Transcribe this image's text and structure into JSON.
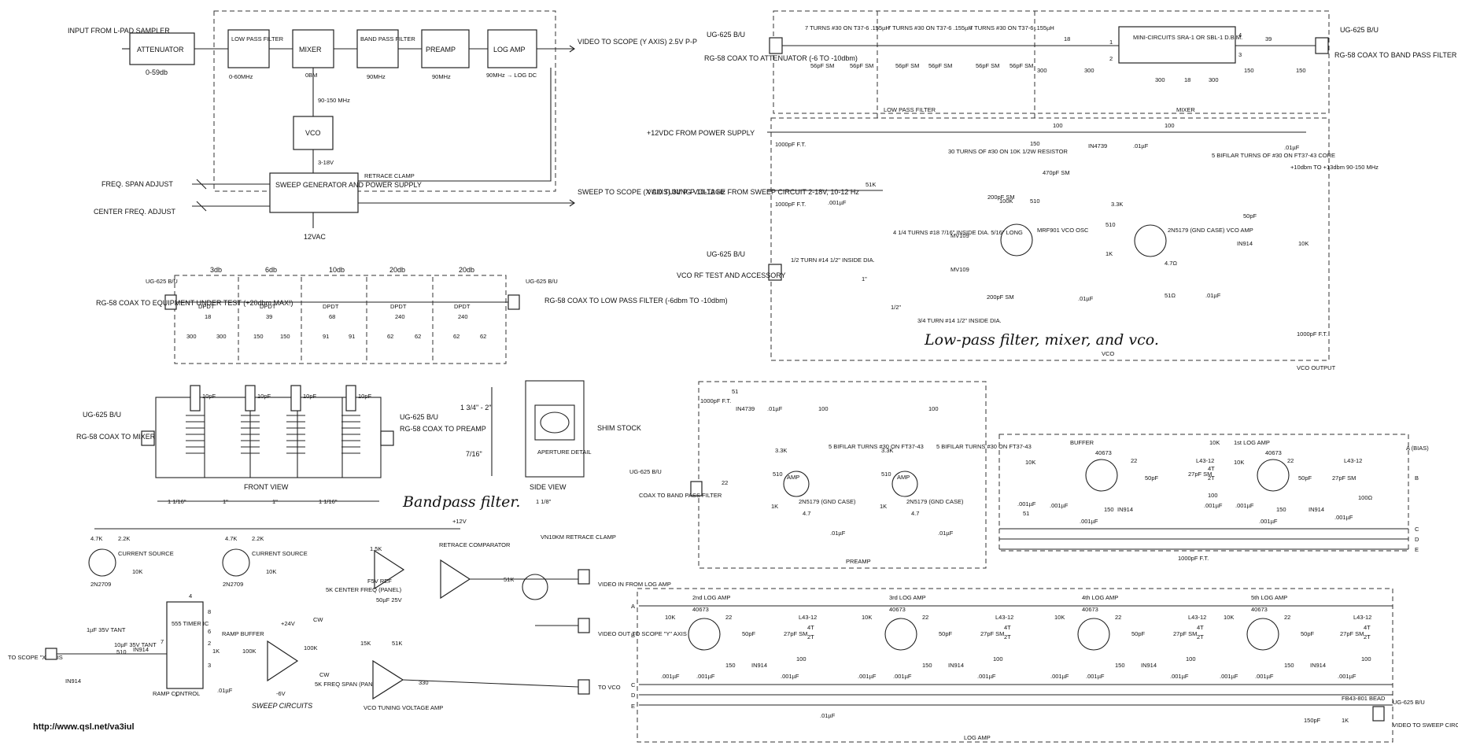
{
  "block": {
    "input": "INPUT FROM L-PAD SAMPLER",
    "attenuator": "ATTENUATOR",
    "att_range": "0-59db",
    "lpf": "LOW PASS FILTER",
    "lpf_range": "0-60MHz",
    "mixer": "MIXER",
    "mixer_lvl": "0BM",
    "bpf": "BAND PASS FILTER",
    "bpf_freq": "90MHz",
    "preamp": "PREAMP",
    "preamp_freq": "90MHz",
    "logamp": "LOG AMP",
    "logamp_freq": "90MHz → LOG DC",
    "video_out": "VIDEO TO SCOPE (Y AXIS) 2.5V P-P",
    "vco_range": "90-150 MHz",
    "vco": "VCO",
    "vco_tune": "3-18V",
    "span_adj": "FREQ. SPAN ADJUST",
    "center_adj": "CENTER FREQ. ADJUST",
    "sweep_gen": "SWEEP GENERATOR AND POWER SUPPLY",
    "retrace": "RETRACE CLAMP",
    "sweep_out": "SWEEP TO SCOPE (X AXIS) 3V P-P 10-12 Hz",
    "ac_in": "12VAC"
  },
  "atten": {
    "steps": [
      "3db",
      "6db",
      "10db",
      "20db",
      "20db"
    ],
    "switch": "DPDT",
    "ug_left": "UG-625 B/U",
    "ug_right": "UG-625 B/U",
    "left_label": "RG-58 COAX TO EQUIPMENT UNDER TEST (+20dbm MAX!)",
    "right_label": "RG-58 COAX TO LOW PASS FILTER (-6dbm TO -10dbm)",
    "series": [
      "18",
      "39",
      "68",
      "240",
      "240"
    ],
    "shunt": [
      "300",
      "300",
      "150",
      "150",
      "91",
      "91",
      "62",
      "62",
      "62",
      "62"
    ]
  },
  "bandpass": {
    "cap": "10pF",
    "ug_left": "UG-625 B/U",
    "left_label": "RG-58 COAX TO MIXER",
    "ug_right": "UG-625 B/U",
    "right_label": "RG-58 COAX TO PREAMP",
    "height": "1 3/4\" - 2\"",
    "tap": "7/16\"",
    "front_view": "FRONT VIEW",
    "dims": [
      "1 1/16\"",
      "1\"",
      "1\"",
      "1 1/16\""
    ],
    "side_dim": "1 1/8\"",
    "shim": "SHIM STOCK",
    "aperture": "APERTURE DETAIL",
    "side_view": "SIDE VIEW",
    "caption": "Bandpass filter."
  },
  "sweep": {
    "supply": "+12V",
    "r47k": "4.7K",
    "r22k": "2.2K",
    "r10k": "10K",
    "q": "2N2709",
    "cs": "CURRENT SOURCE",
    "timer": "555 TIMER IC",
    "pins": [
      "4",
      "8",
      "6",
      "2",
      "7",
      "3",
      "5",
      "1"
    ],
    "r1k": "1K",
    "r100k": "100K",
    "c1": "1µF 35V TANT",
    "c10": "10µF 35V TANT",
    "r510": "510",
    "diode": "IN914",
    "x_in": "TO SCOPE \"X\" AXIS",
    "ramp_control": "RAMP CONTROL",
    "c01": ".01µF",
    "ramp_buffer": "RAMP BUFFER",
    "p24": "+24V",
    "m6": "-6V",
    "r15k": "1.5K",
    "ref": "F5V REF",
    "comp": "RETRACE COMPARATOR",
    "r51k": "51K",
    "fet": "VN10KM RETRACE CLAMP",
    "center": "5K CENTER FREQ (PANEL)",
    "span": "5K FREQ SPAN (PANEL)",
    "c50": "50µF 25V",
    "cw": "CW",
    "r15": "15K",
    "r330": "330",
    "vamp": "VCO TUNING VOLTAGE AMP",
    "video_in": "VIDEO IN FROM LOG AMP",
    "video_out": "VIDEO OUT TO SCOPE \"Y\" AXIS",
    "to_vco": "TO VCO",
    "caption": "SWEEP CIRCUITS"
  },
  "url": "http://www.qsl.net/va3iul",
  "lpf_sch": {
    "ug_in": "UG-625 B/U",
    "in_label": "RG-58 COAX TO ATTENUATOR (-6 TO -10dbm)",
    "coils": [
      "7 TURNS #30 ON T37-6 .155µH",
      "7 TURNS #30 ON T37-6 .155µH",
      "7 TURNS #30 ON T37-6 .155µH"
    ],
    "caps": "56pF SM",
    "lpf_label": "LOW PASS FILTER",
    "mixer_label": "MIXER",
    "dbm": "MINI-CIRCUITS SRA-1 OR SBL-1 D.B.M.",
    "r18": "18",
    "r300": "300",
    "r39": "39",
    "r150": "150",
    "ug_out": "UG-625 B/U",
    "out_label": "RG-58 COAX TO BAND PASS FILTER",
    "pin1": "1",
    "pin2": "2",
    "pin3": "3",
    "pin4": "4"
  },
  "vco_sch": {
    "power": "+12VDC FROM POWER SUPPLY",
    "ft": "1000pF F.T.",
    "tune": "VCO TUNING VOLTAGE FROM SWEEP CIRCUIT 2-18V, 10-12 Hz",
    "c001": ".001µF",
    "r51k": "51K",
    "r100": "100",
    "zener": "IN4739",
    "c01": ".01µF",
    "choke": "30 TURNS OF #30 ON 10K 1/2W RESISTOR",
    "r150": "150",
    "c470": "470pF SM",
    "c200": "200pF SM",
    "r100k": "100K",
    "r510": "510",
    "q1": "MRF901 VCO OSC",
    "coil": "4 1/4 TURNS #18 7/16\" INSIDE DIA. 5/16\" LONG",
    "varactor": "MV109",
    "ug_rf": "UG-625 B/U",
    "rf_out": "VCO RF TEST AND ACCESSORY",
    "loop": "1/2 TURN #14 1/2\" INSIDE DIA.",
    "tap1": "1\"",
    "tap2": "1/2\"",
    "loop2": "3/4 TURN #14 1/2\" INSIDE DIA.",
    "bifilar": "5 BIFILAR TURNS OF #30 ON FT37-43 CORE",
    "level": "+10dbm TO +13dbm 90-150 MHz",
    "r33k": "3.3K",
    "q2": "2N5179 (GND CASE) VCO AMP",
    "r1k": "1K",
    "r47": "4.7Ω",
    "r51": "51Ω",
    "c50": "50pF",
    "diode": "IN914",
    "r10k": "10K",
    "caption": "Low-pass filter, mixer, and vco.",
    "section": "VCO",
    "vco_output": "VCO OUTPUT"
  },
  "preamp_sch": {
    "ft": "1000pF F.T.",
    "r51": "51",
    "zener": "IN4739",
    "c01": ".01µF",
    "r100": "100",
    "r33k": "3.3K",
    "bifilar": "5 BIFILAR TURNS #30 ON FT37-43",
    "ug": "UG-625 B/U",
    "input": "COAX TO BAND PASS FILTER",
    "r22": "22",
    "r510": "510",
    "amp": "AMP",
    "q": "2N5179 (GND CASE)",
    "r1k": "1K",
    "r47": "4.7",
    "label": "PREAMP"
  },
  "log_sch": {
    "buffer": "BUFFER",
    "first": "1st LOG AMP",
    "fet": "40673",
    "r10k": "10K",
    "r22": "22",
    "c50": "50pF",
    "l": "L43-12",
    "t4": "4T",
    "t2": "2T",
    "c27": "27pF SM",
    "r100": "100",
    "r150": "150",
    "r51": "51",
    "c001": ".001µF",
    "diode": "IN914",
    "stages": [
      "2nd LOG AMP",
      "3rd LOG AMP",
      "4th LOG AMP",
      "5th LOG AMP"
    ],
    "bus": [
      "A",
      "B",
      "C",
      "D",
      "E"
    ],
    "bias": "A (BIAS)",
    "ft": "1000pF F.T.",
    "bead": "FB43-801 BEAD",
    "c150": "150pF",
    "r1k": "1K",
    "ug": "UG-625 B/U",
    "out": "VIDEO TO SWEEP CIRCUITS",
    "label": "LOG AMP",
    "r100p": "100Ω"
  }
}
